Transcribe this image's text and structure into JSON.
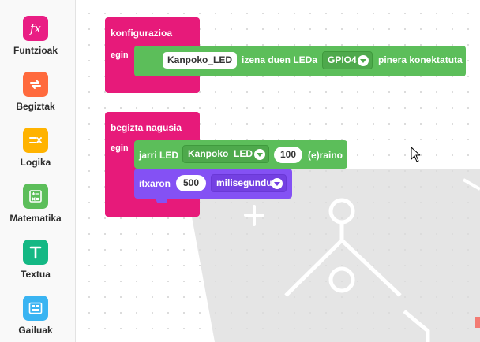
{
  "sidebar": {
    "items": [
      {
        "label": "Funtzioak",
        "icon": "function-icon",
        "color": "#e91e84"
      },
      {
        "label": "Begiztak",
        "icon": "loop-icon",
        "color": "#ff6a3d"
      },
      {
        "label": "Logika",
        "icon": "logic-icon",
        "color": "#ffb300"
      },
      {
        "label": "Matematika",
        "icon": "calculator-icon",
        "color": "#5cbe5a"
      },
      {
        "label": "Textua",
        "icon": "text-icon",
        "color": "#14b884"
      },
      {
        "label": "Gailuak",
        "icon": "device-icon",
        "color": "#3ab4f2"
      }
    ]
  },
  "workspace": {
    "config_block": {
      "title": "konfigurazioa",
      "egin": "egin",
      "stmt": {
        "name_value": "Kanpoko_LED",
        "text_mid": "izena duen LEDa",
        "pin_value": "GPIO4",
        "text_end": "pinera konektatuta"
      }
    },
    "loop_block": {
      "title": "begizta nagusia",
      "egin": "egin",
      "set_led": {
        "text_start": "jarri LED",
        "led_value": "Kanpoko_LED",
        "amount": "100",
        "text_end": "(e)raino"
      },
      "wait": {
        "text_start": "itxaron",
        "amount": "500",
        "unit": "milisegundu"
      }
    }
  },
  "colors": {
    "hat": "#e71a7a",
    "stmt_green": "#5cbe5a",
    "stmt_purple": "#8451f4"
  }
}
